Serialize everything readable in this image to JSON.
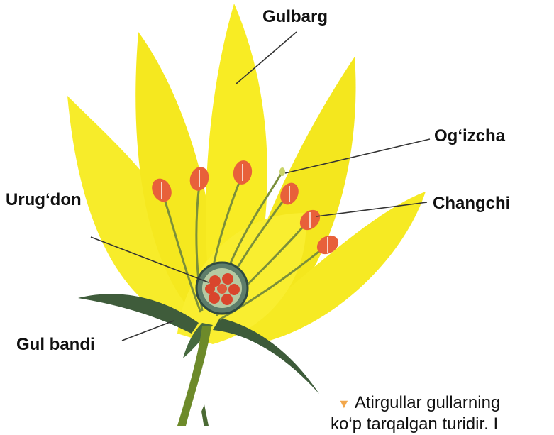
{
  "labels": {
    "petal": "Gulbarg",
    "stigma": "Og‘izcha",
    "anther": "Changchi",
    "ovary": "Urug‘don",
    "pedicel": "Gul bandi"
  },
  "caption": {
    "marker_icon": "triangle-down-icon",
    "line1": "Atirgullar gullarning",
    "line2": "ko‘p tarqalgan turidir. I"
  },
  "colors": {
    "petal": "#f5ea1a",
    "stem": "#6d8a2a",
    "sepal": "#3d5b3a",
    "anther": "#e8603a",
    "ovary": "#d9452c",
    "marker": "#f2a74b"
  }
}
